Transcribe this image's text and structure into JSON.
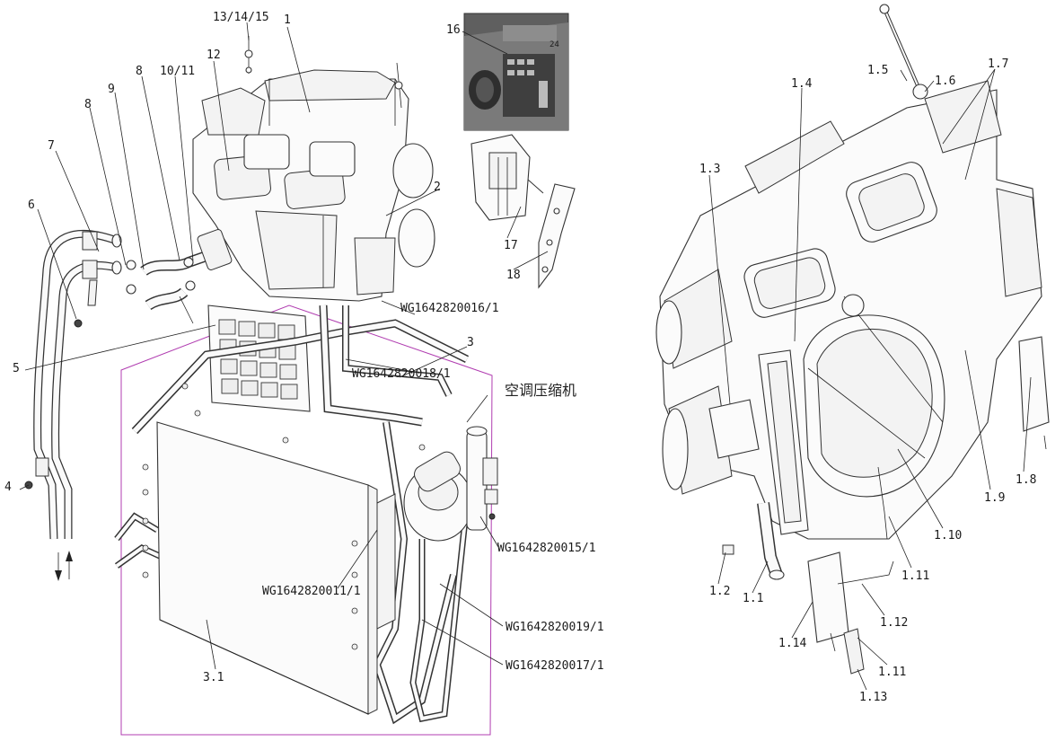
{
  "left_callouts": {
    "c1": "1",
    "c2": "2",
    "c3": "3",
    "c31": "3.1",
    "c4": "4",
    "c5": "5",
    "c6": "6",
    "c7": "7",
    "c8a": "8",
    "c8b": "8",
    "c9": "9",
    "c1011": "10/11",
    "c12": "12",
    "c131415": "13/14/15",
    "c16": "16",
    "c17": "17",
    "c18": "18"
  },
  "part_numbers": {
    "p16": "WG1642820016/1",
    "p18": "WG1642820018/1",
    "p15": "WG1642820015/1",
    "p11": "WG1642820011/1",
    "p19": "WG1642820019/1",
    "p17": "WG1642820017/1"
  },
  "compressor_label": "空调压缩机",
  "right_callouts": {
    "r11": "1.1",
    "r12": "1.2",
    "r13": "1.3",
    "r14": "1.4",
    "r15": "1.5",
    "r16": "1.6",
    "r17": "1.7",
    "r18": "1.8",
    "r19": "1.9",
    "r110": "1.10",
    "r111a": "1.11",
    "r111b": "1.11",
    "r112": "1.12",
    "r113": "1.13",
    "r114": "1.14"
  },
  "inset_number": "24"
}
